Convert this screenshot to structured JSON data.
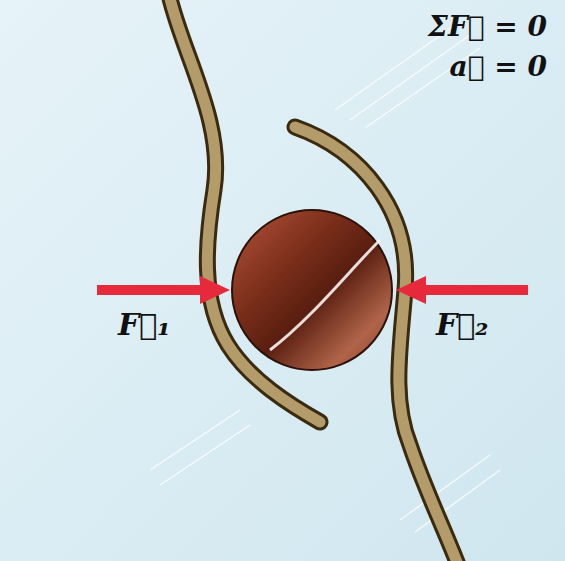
{
  "diagram": {
    "labels": [
      "ΣF⃗ = 0",
      "a⃗ = 0",
      "F⃗₁",
      "F⃗₂"
    ]
  }
}
